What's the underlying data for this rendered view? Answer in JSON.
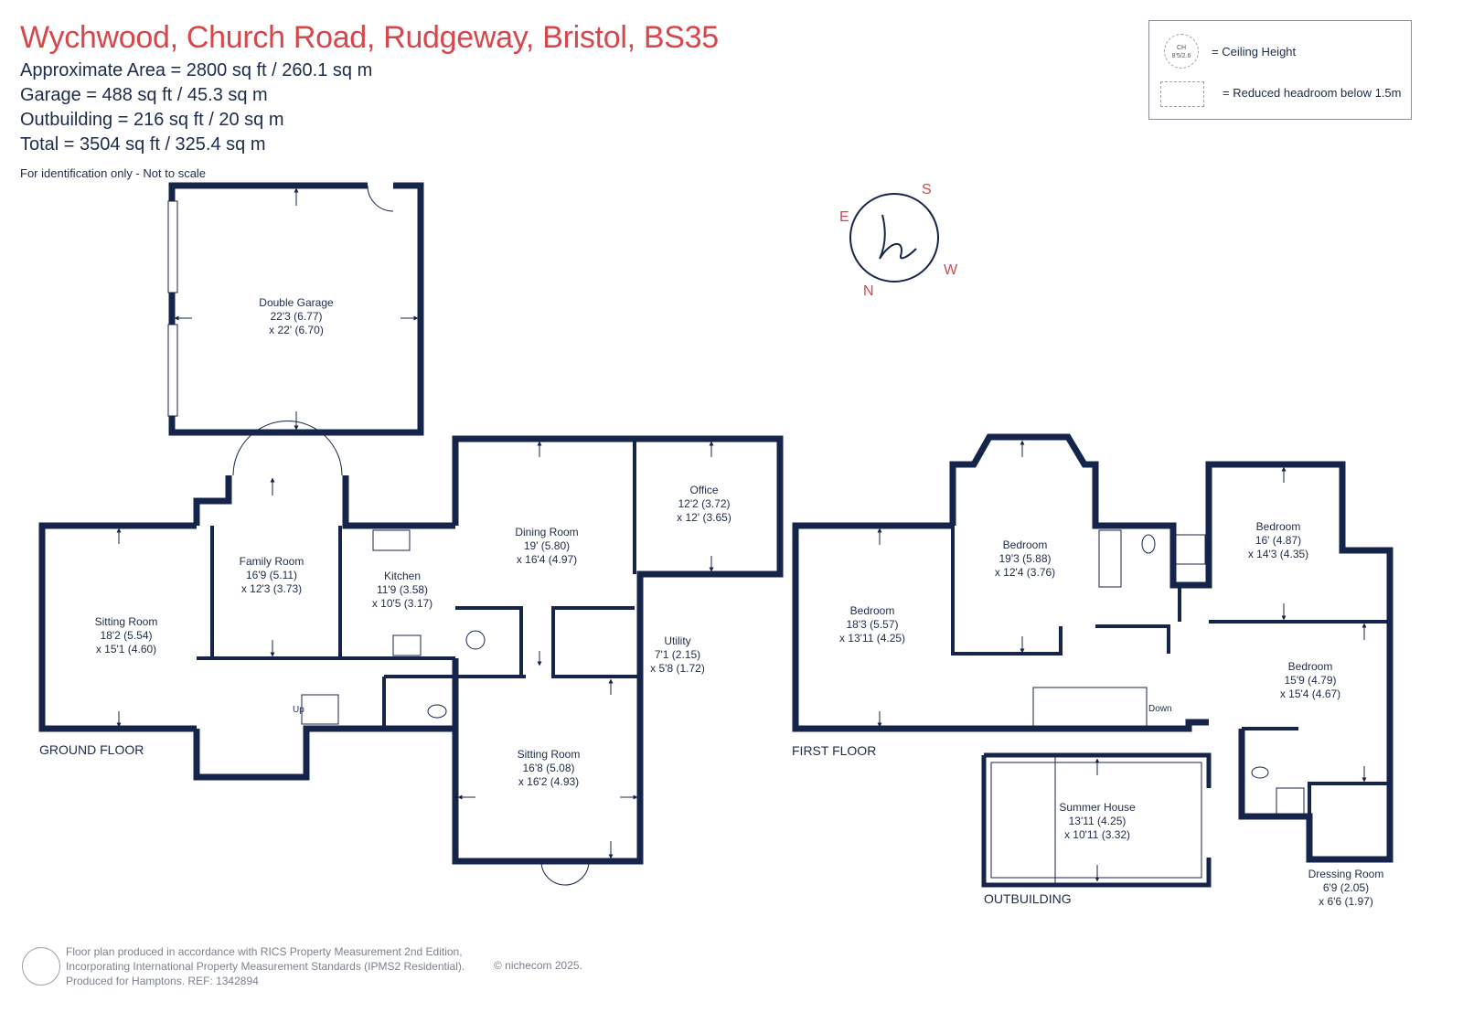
{
  "header": {
    "title": "Wychwood, Church Road, Rudgeway, Bristol, BS35",
    "approximate_area": "Approximate Area = 2800 sq ft / 260.1 sq m",
    "garage": "Garage = 488 sq ft / 45.3 sq m",
    "outbuilding": "Outbuilding = 216 sq ft / 20 sq m",
    "total": "Total = 3504 sq ft / 325.4 sq m",
    "note": "For identification only - Not to scale"
  },
  "legend": {
    "ch_symbol_top": "CH",
    "ch_symbol_bottom": "8'5/2.6",
    "ceiling_height": "= Ceiling Height",
    "reduced_headroom": "= Reduced headroom below 1.5m"
  },
  "compass": {
    "n": "N",
    "e": "E",
    "s": "S",
    "w": "W",
    "logo": "h"
  },
  "floors": {
    "ground": "GROUND FLOOR",
    "first": "FIRST FLOOR",
    "outbuilding": "OUTBUILDING"
  },
  "rooms": {
    "double_garage": {
      "name": "Double Garage",
      "dim1": "22'3 (6.77)",
      "dim2": "x 22' (6.70)"
    },
    "sitting_room_1": {
      "name": "Sitting Room",
      "dim1": "18'2 (5.54)",
      "dim2": "x 15'1 (4.60)"
    },
    "family_room": {
      "name": "Family Room",
      "dim1": "16'9 (5.11)",
      "dim2": "x 12'3 (3.73)"
    },
    "kitchen": {
      "name": "Kitchen",
      "dim1": "11'9 (3.58)",
      "dim2": "x 10'5 (3.17)"
    },
    "dining_room": {
      "name": "Dining Room",
      "dim1": "19' (5.80)",
      "dim2": "x 16'4 (4.97)"
    },
    "office": {
      "name": "Office",
      "dim1": "12'2 (3.72)",
      "dim2": "x 12' (3.65)"
    },
    "utility": {
      "name": "Utility",
      "dim1": "7'1 (2.15)",
      "dim2": "x 5'8 (1.72)"
    },
    "sitting_room_2": {
      "name": "Sitting Room",
      "dim1": "16'8 (5.08)",
      "dim2": "x 16'2 (4.93)"
    },
    "bedroom_1": {
      "name": "Bedroom",
      "dim1": "18'3 (5.57)",
      "dim2": "x 13'11 (4.25)"
    },
    "bedroom_2": {
      "name": "Bedroom",
      "dim1": "19'3 (5.88)",
      "dim2": "x 12'4 (3.76)"
    },
    "bedroom_3": {
      "name": "Bedroom",
      "dim1": "16' (4.87)",
      "dim2": "x 14'3 (4.35)"
    },
    "bedroom_4": {
      "name": "Bedroom",
      "dim1": "15'9 (4.79)",
      "dim2": "x 15'4 (4.67)"
    },
    "dressing_room": {
      "name": "Dressing Room",
      "dim1": "6'9 (2.05)",
      "dim2": "x 6'6 (1.97)"
    },
    "summer_house": {
      "name": "Summer House",
      "dim1": "13'11 (4.25)",
      "dim2": "x 10'11 (3.32)"
    }
  },
  "stairs": {
    "up": "Up",
    "down": "Down"
  },
  "footer": {
    "line1": "Floor plan produced in accordance with RICS Property Measurement 2nd Edition,",
    "line2": "Incorporating International Property Measurement Standards (IPMS2 Residential).",
    "line3": "Produced for Hamptons.   REF:  1342894",
    "copyright": "© nichecom 2025."
  },
  "colors": {
    "wall": "#14244a",
    "title": "#d6474b",
    "text": "#1d2b4a"
  }
}
